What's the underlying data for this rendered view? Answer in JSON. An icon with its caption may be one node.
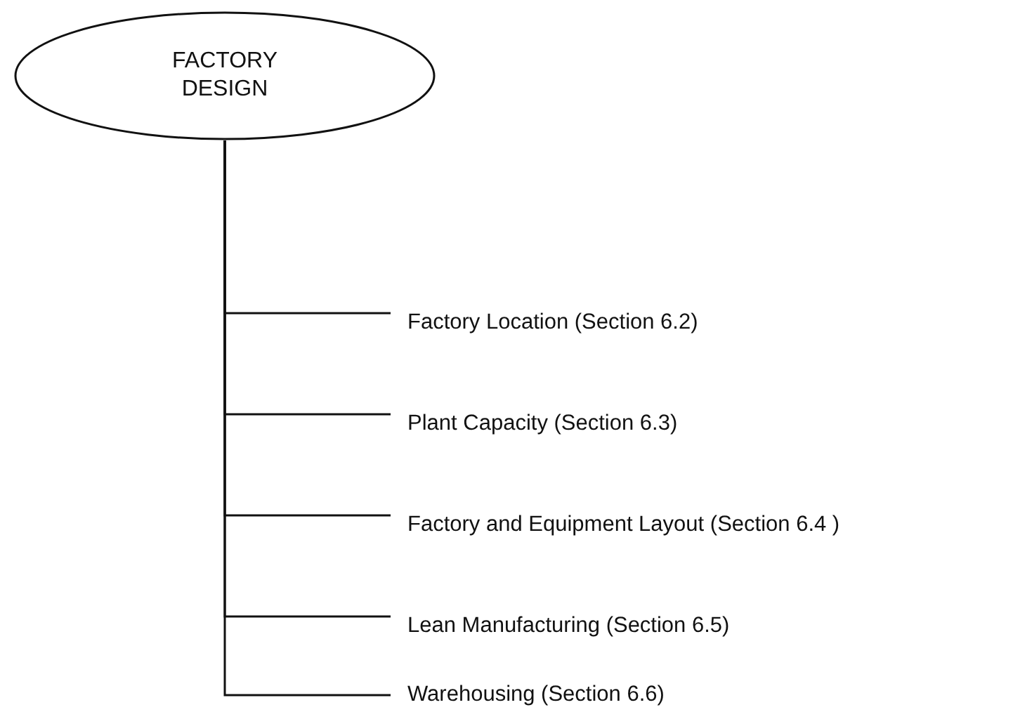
{
  "diagram": {
    "nodes": [
      {
        "text": [
          "FACTORY DESIGN"
        ]
      },
      {
        "text": [
          "Factory Location (Section 6.2)"
        ]
      },
      {
        "text": [
          "Plant Capacity (Section 6.3)"
        ]
      },
      {
        "text": [
          "Factory and Equipment Layout (Section 6.4 )"
        ]
      },
      {
        "text": [
          "Lean Manufacturing (Section 6.5)"
        ]
      },
      {
        "text": [
          "Warehousing (Section 6.6)"
        ]
      }
    ],
    "edges": [
      {
        "from": 0,
        "to": 1,
        "arrow": "none"
      },
      {
        "from": 0,
        "to": 2,
        "arrow": "none"
      },
      {
        "from": 0,
        "to": 3,
        "arrow": "none"
      },
      {
        "from": 0,
        "to": 4,
        "arrow": "none"
      },
      {
        "from": 0,
        "to": 5,
        "arrow": "none"
      }
    ]
  }
}
